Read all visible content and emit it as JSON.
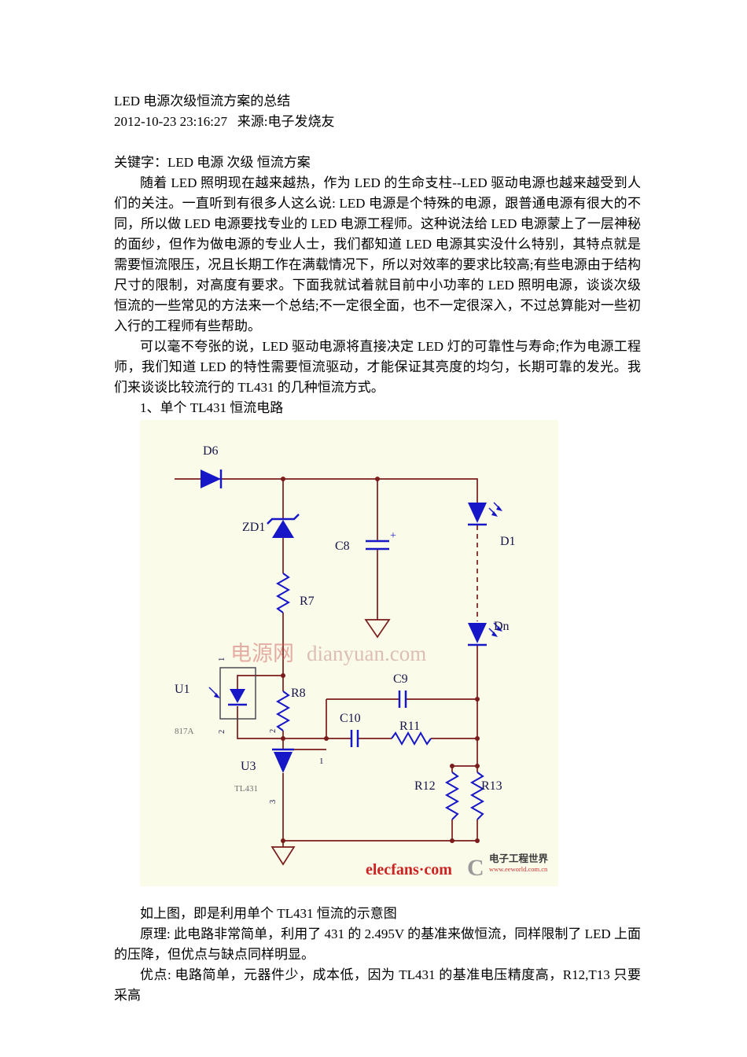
{
  "article": {
    "title": "LED 电源次级恒流方案的总结",
    "meta": "2012-10-23 23:16:27   来源:电子发烧友",
    "keywords": "关键字：LED 电源 次级 恒流方案",
    "paragraphs": [
      "随着 LED 照明现在越来越热，作为 LED 的生命支柱--LED 驱动电源也越来越受到人们的关注。一直听到有很多人这么说: LED 电源是个特殊的电源，跟普通电源有很大的不同，所以做 LED 电源要找专业的 LED 电源工程师。这种说法给 LED 电源蒙上了一层神秘的面纱，但作为做电源的专业人士，我们都知道 LED 电源其实没什么特别，其特点就是需要恒流限压，况且长期工作在满载情况下，所以对效率的要求比较高;有些电源由于结构尺寸的限制，对高度有要求。下面我就试着就目前中小功率的 LED 照明电源，谈谈次级恒流的一些常见的方法来一个总结;不一定很全面，也不一定很深入，不过总算能对一些初入行的工程师有些帮助。",
      "可以毫不夸张的说，LED 驱动电源将直接决定 LED 灯的可靠性与寿命;作为电源工程师，我们知道 LED 的特性需要恒流驱动，才能保证其亮度的均匀，长期可靠的发光。我们来谈谈比较流行的 TL431 的几种恒流方式。"
    ],
    "section_heading": "1、单个 TL431 恒流电路",
    "caption": "如上图，即是利用单个 TL431 恒流的示意图",
    "principle": "原理: 此电路非常简单，利用了 431 的 2.495V 的基准来做恒流，同样限制了 LED 上面的压降，但优点与缺点同样明显。",
    "advantage": "优点: 电路简单，元器件少，成本低，因为 TL431 的基准电压精度高，R12,T13 只要采高"
  },
  "figure": {
    "colors": {
      "background": "#fbfbe9",
      "wire": "#7a1c1c",
      "component": "#1717c8",
      "label": "#15154a",
      "elecfans_red": "#cc2222"
    },
    "watermark": {
      "brand": "电源网",
      "domain": "dianyuan.com"
    },
    "branding": {
      "elecfans": "elecfans·com",
      "eeworld_glyph": "C",
      "eeworld_name": "电子工程世界",
      "eeworld_url": "www.eeworld.com.cn"
    },
    "labels": {
      "d6": "D6",
      "zd1": "ZD1",
      "c8": "C8",
      "c8_plus": "+",
      "d1": "D1",
      "dn": "Dn",
      "r7": "R7",
      "r8": "R8",
      "u1": "U1",
      "u1_part": "817A",
      "c9": "C9",
      "c10": "C10",
      "r11": "R11",
      "u3": "U3",
      "u3_part": "TL431",
      "r12": "R12",
      "r13": "R13",
      "pin1": "1",
      "pin2": "2",
      "pin3": "3"
    }
  }
}
